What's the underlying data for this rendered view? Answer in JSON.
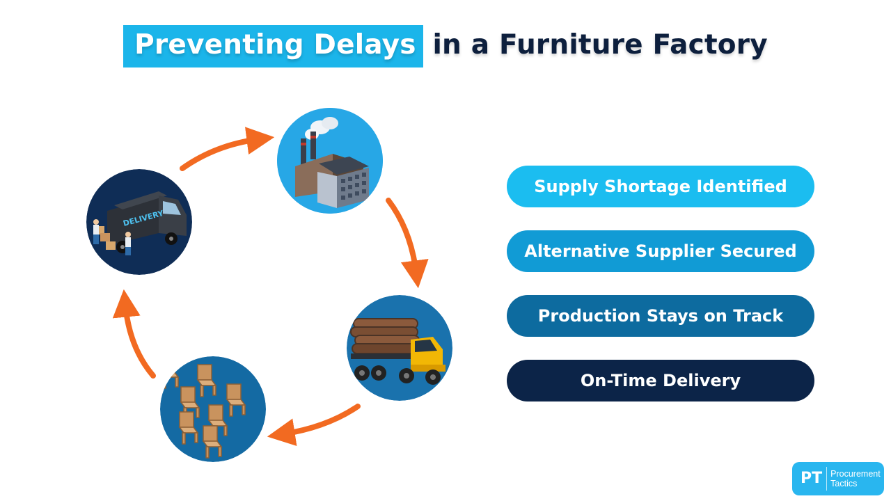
{
  "title": {
    "highlight": "Preventing Delays",
    "rest": " in a Furniture Factory"
  },
  "cycle": {
    "nodes": [
      {
        "icon": "factory-icon"
      },
      {
        "icon": "log-truck-icon"
      },
      {
        "icon": "chairs-boxes-icon"
      },
      {
        "icon": "delivery-van-icon",
        "label": "DELIVERY"
      }
    ],
    "arrow_color": "#f26a21"
  },
  "steps": [
    {
      "label": "Supply Shortage Identified",
      "color": "#1bbdf0"
    },
    {
      "label": "Alternative Supplier Secured",
      "color": "#119bd5"
    },
    {
      "label": "Production Stays on Track",
      "color": "#0d6b9f"
    },
    {
      "label": "On-Time Delivery",
      "color": "#0c2448"
    }
  ],
  "logo": {
    "mark": "PT",
    "line1": "Procurement",
    "line2": "Tactics"
  }
}
